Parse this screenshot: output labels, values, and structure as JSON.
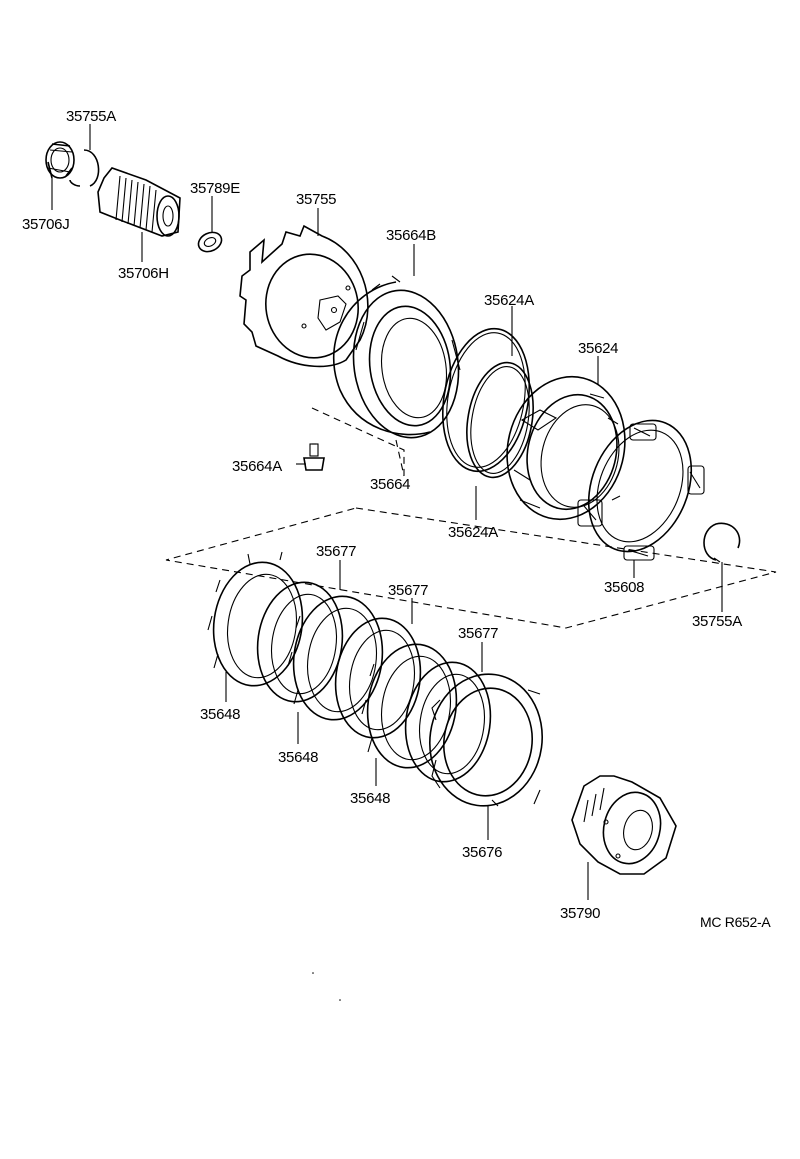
{
  "diagram": {
    "labels": {
      "p35755A_top": "35755A",
      "p35706J": "35706J",
      "p35706H": "35706H",
      "p35789E": "35789E",
      "p35755": "35755",
      "p35664B": "35664B",
      "p35624A_top": "35624A",
      "p35624": "35624",
      "p35664A": "35664A",
      "p35664": "35664",
      "p35624A_bottom": "35624A",
      "p35608": "35608",
      "p35755A_bottom": "35755A",
      "p35677_a": "35677",
      "p35677_b": "35677",
      "p35677_c": "35677",
      "p35648_a": "35648",
      "p35648_b": "35648",
      "p35648_c": "35648",
      "p35676": "35676",
      "p35790": "35790",
      "figure_code": "MC R652-A"
    }
  }
}
